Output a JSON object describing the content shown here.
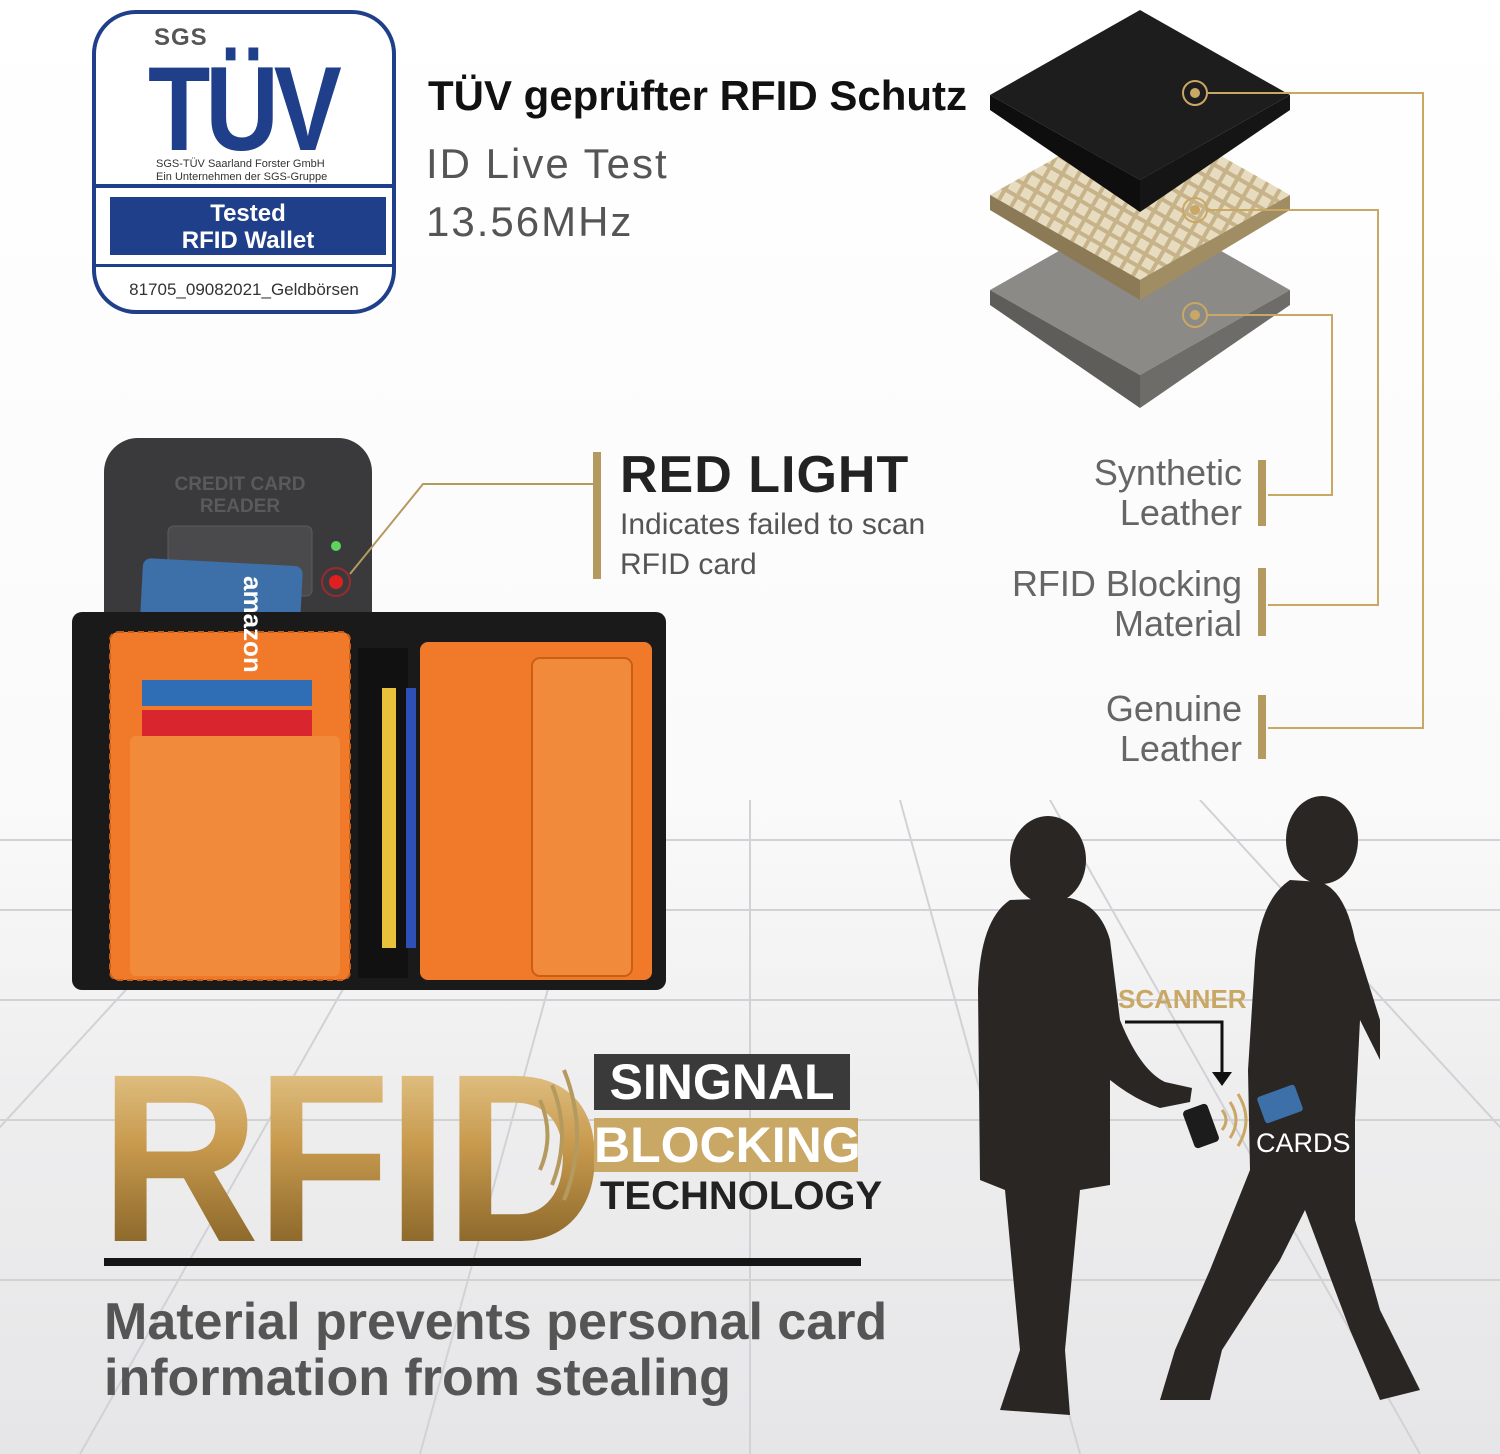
{
  "badge": {
    "brand": "SGS",
    "mark": "TÜV",
    "line1": "SGS-TÜV Saarland Forster GmbH",
    "line2": "Ein Unternehmen der SGS-Gruppe",
    "tested1": "Tested",
    "tested2": "RFID Wallet",
    "code": "81705_09082021_Geldbörsen"
  },
  "header": {
    "title": "TÜV geprüfter RFID Schutz",
    "test": "ID Live Test",
    "frequency": "13.56MHz"
  },
  "reader": {
    "label1": "CREDIT CARD",
    "label2": "READER",
    "card_brand": "amazon"
  },
  "red_light": {
    "title": "RED LIGHT",
    "line1": "Indicates failed to scan",
    "line2": "RFID card"
  },
  "layers": [
    {
      "line1": "Synthetic",
      "line2": "Leather"
    },
    {
      "line1": "RFID Blocking",
      "line2": "Material"
    },
    {
      "line1": "Genuine",
      "line2": "Leather"
    }
  ],
  "rfid": {
    "big": "RFID",
    "signal": "SINGNAL",
    "blocking": "BLOCKING",
    "technology": "TECHNOLOGY"
  },
  "footer": {
    "line1": "Material prevents personal card",
    "line2": "information from stealing"
  },
  "scene": {
    "scanner": "SCANNER",
    "cards": "CARDS"
  },
  "colors": {
    "gold": "#c9a765",
    "blue": "#1f3f8a",
    "orange": "#f07a2a",
    "dark": "#2a2a2a"
  }
}
